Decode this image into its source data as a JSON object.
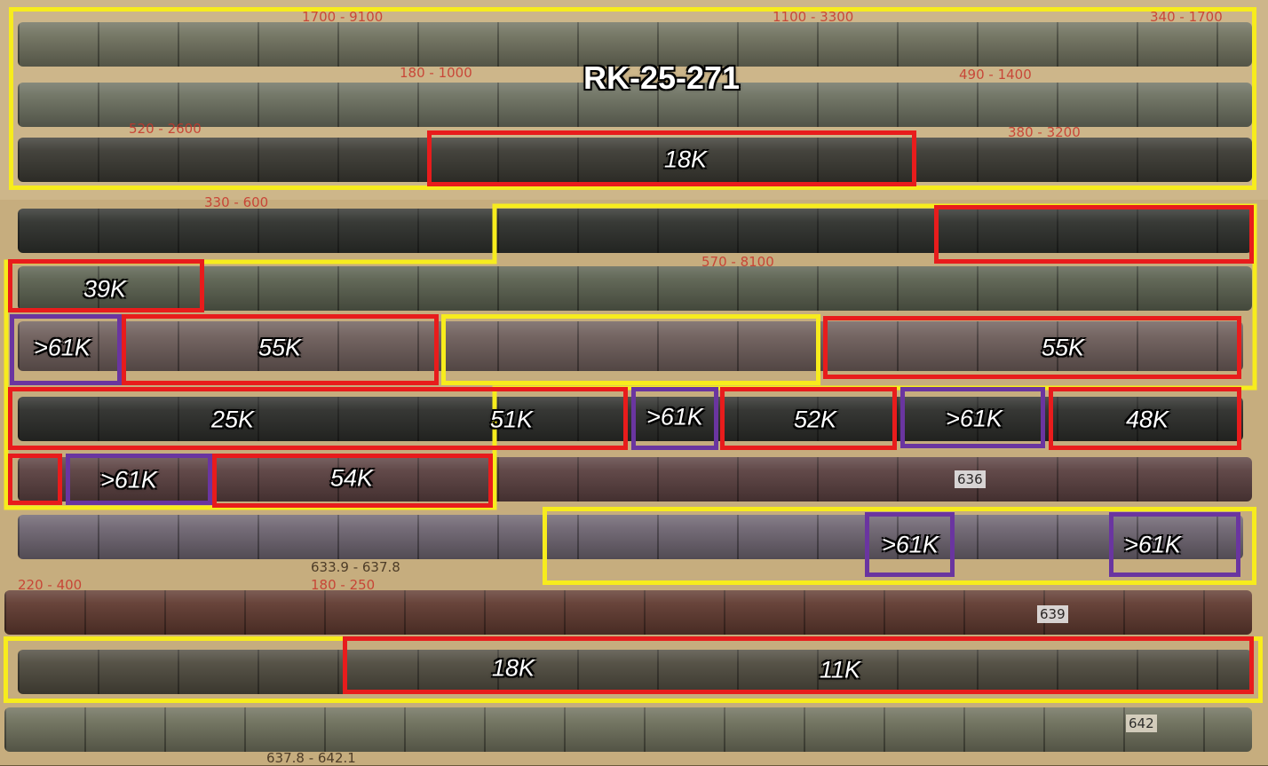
{
  "title": "RK-25-271",
  "handwritten": [
    "1700 - 9100",
    "1100 - 3300",
    "340 - 1700",
    "180 - 1000",
    "490 - 1400",
    "520 - 2600",
    "380 - 3200",
    "330 - 600",
    "570 - 8100",
    "220 - 400",
    "180 - 250",
    "633.9 - 637.8",
    "637.8 - 642.1",
    "639",
    "642",
    "636"
  ],
  "labels": {
    "r1_18k": "18K",
    "r5_39k": "39K",
    "r6_61k": ">61K",
    "r6_55k_a": "55K",
    "r6_55k_b": "55K",
    "r7_25k": "25K",
    "r7_51k": "51K",
    "r7_61k_a": ">61K",
    "r7_52k": "52K",
    "r7_61k_b": ">61K",
    "r7_48k": "48K",
    "r8_61k": ">61K",
    "r8_54k": "54K",
    "r9_61k_a": ">61K",
    "r9_61k_b": ">61K",
    "r11_18k": "18K",
    "r11_11k": "11K"
  },
  "colors": {
    "zone": "#f7ec1d",
    "high": "#e81c1c",
    "over_limit": "#6a35a0"
  }
}
